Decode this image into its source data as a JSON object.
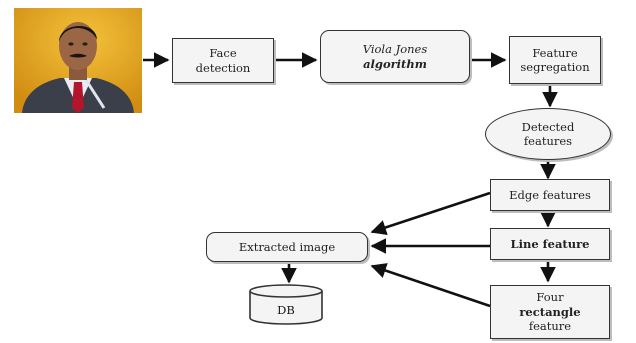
{
  "diagram": {
    "nodes": {
      "face_detection": {
        "line1": "Face",
        "line2": "detection"
      },
      "viola_jones": {
        "line1": "Viola Jones",
        "line2": "algorithm"
      },
      "feature_segregation": {
        "line1": "Feature",
        "line2": "segregation"
      },
      "detected_features": {
        "line1": "Detected",
        "line2": "features"
      },
      "edge_features": {
        "label": "Edge features"
      },
      "line_feature": {
        "label": "Line feature"
      },
      "four_rectangle": {
        "line1": "Four",
        "line2": "rectangle",
        "line3": "feature"
      },
      "extracted_image": {
        "label": "Extracted image"
      },
      "db": {
        "label": "DB"
      }
    },
    "photo": {
      "icon": "person-portrait-photo"
    }
  },
  "colors": {
    "photo_background": "#e0a21a",
    "suit": "#3a3f4a",
    "tie": "#b3162a",
    "node_fill": "#f4f4f4",
    "stroke": "#333333"
  }
}
